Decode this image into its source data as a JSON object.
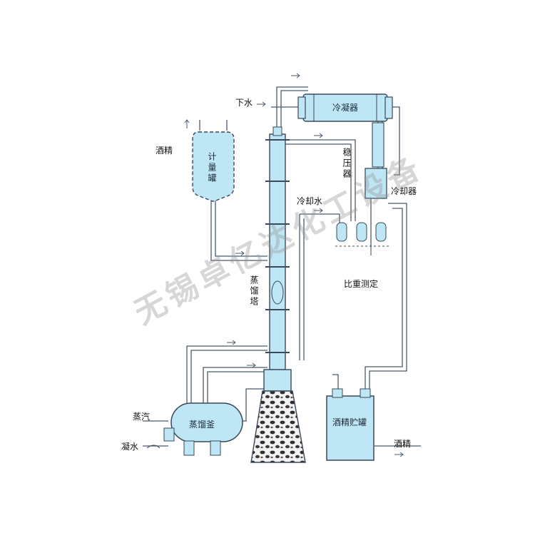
{
  "colors": {
    "fill": "#bfe6f4",
    "stroke": "#3a4a5a",
    "pipe": "#4a5a6a",
    "packing": "#2e2e2e",
    "watermark": "#9a9a9a"
  },
  "labels": {
    "upper_water": "下水",
    "condenser": "冷凝器",
    "alcohol_in": "酒精",
    "metering_tank": "计量罐",
    "stabilizer": "稳压器",
    "cooler": "冷却器",
    "cooling_water": "冷却水",
    "distillation_tower": "蒸馏塔",
    "specific_gravity": "比重测定",
    "steam": "蒸汽",
    "condensate": "凝水",
    "still_kettle": "蒸馏釜",
    "storage_tank": "酒精贮罐",
    "alcohol_out": "酒精"
  },
  "watermark": "无锡卓亿达化工设备"
}
